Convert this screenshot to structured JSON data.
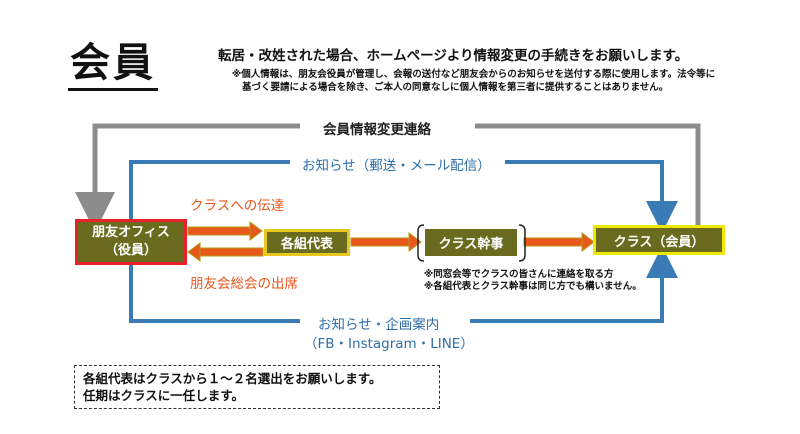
{
  "header": {
    "title": "会員",
    "intro": "転居・改姓された場合、ホームページより情報変更の手続きをお願いします。",
    "note_line1": "※個人情報は、朋友会役員が管理し、会報の送付など朋友会からのお知らせを送付する際に使用します。法令等に",
    "note_line2": "基づく要請による場合を除き、ご本人の同意なしに個人情報を第三者に提供することはありません。"
  },
  "flow": {
    "info_change": "会員情報変更連絡",
    "news_mail": "お知らせ（郵送・メール配信）",
    "to_class": "クラスへの伝達",
    "general_meeting": "朋友会総会の出席",
    "news_events": "お知らせ・企画案内",
    "news_events_sub": "（FB・Instagram・LINE）",
    "office_line1": "朋友オフィス",
    "office_line2": "（役員）",
    "group_rep": "各組代表",
    "class_secretary": "クラス幹事",
    "class_member": "クラス（会員）",
    "secretary_note1": "※同窓会等でクラスの皆さんに連絡を取る方",
    "secretary_note2": "※各組代表とクラス幹事は同じ方でも構いません。"
  },
  "footer_note": {
    "line1": "各組代表はクラスから１～２名選出をお願いします。",
    "line2": "任期はクラスに一任します。"
  },
  "colors": {
    "gray_line": "#8c8c8c",
    "blue_line": "#3a7ab5",
    "orange_arrow": "#e8571c",
    "box_fill": "#6b6b1f",
    "office_border": "#e8202a",
    "yellow_border": "#e6c81e"
  }
}
